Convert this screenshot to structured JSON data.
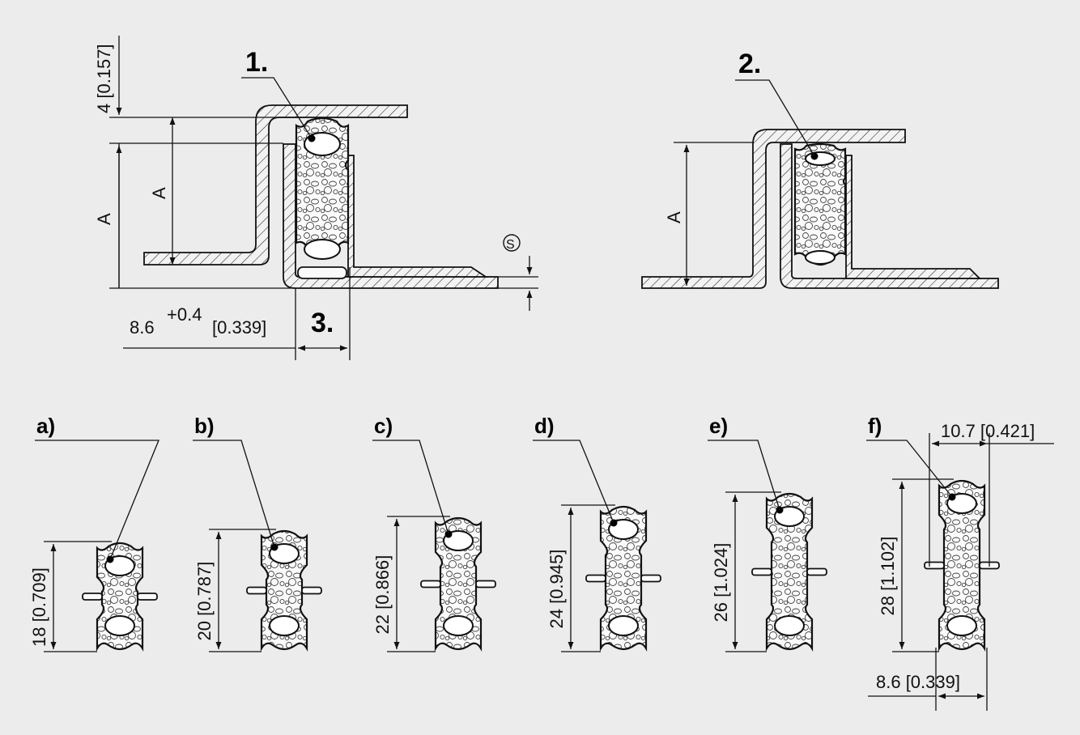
{
  "top_left": {
    "callout_main": "1.",
    "callout_gap": "3.",
    "dim_top": "4 [0.157]",
    "dim_a_outer": "A",
    "dim_a_inner": "A",
    "dim_s": "S",
    "dim_width_main": "8.6",
    "dim_width_tol": "+0.4",
    "dim_width_inch": "[0.339]"
  },
  "top_right": {
    "callout_main": "2.",
    "dim_a": "A"
  },
  "profiles": [
    {
      "label": "a)",
      "dim": "18 [0.709]"
    },
    {
      "label": "b)",
      "dim": "20 [0.787]"
    },
    {
      "label": "c)",
      "dim": "22 [0.866]"
    },
    {
      "label": "d)",
      "dim": "24 [0.945]"
    },
    {
      "label": "e)",
      "dim": "26 [1.024]"
    },
    {
      "label": "f)",
      "dim": "28 [1.102]"
    }
  ],
  "profile_f_extra": {
    "dim_width_top": "10.7 [0.421]",
    "dim_width_bottom": "8.6 [0.339]"
  }
}
